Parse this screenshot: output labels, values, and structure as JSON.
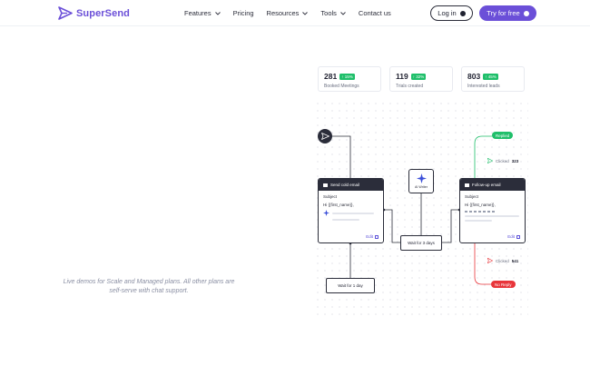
{
  "brand": {
    "name": "SuperSend",
    "color": "#6b4fd8"
  },
  "nav": {
    "items": [
      {
        "label": "Features",
        "dropdown": true
      },
      {
        "label": "Pricing",
        "dropdown": false
      },
      {
        "label": "Resources",
        "dropdown": true
      },
      {
        "label": "Tools",
        "dropdown": true
      },
      {
        "label": "Contact us",
        "dropdown": false
      }
    ],
    "login_label": "Log in",
    "cta_label": "Try for free"
  },
  "note": "Live demos for Scale and Managed plans. All other plans are self-serve with chat support.",
  "stats": [
    {
      "value": "281",
      "change": "↑ 15%",
      "label": "Booked Meetings"
    },
    {
      "value": "119",
      "change": "↑ 32%",
      "label": "Trials created"
    },
    {
      "value": "803",
      "change": "↑ 45%",
      "label": "Interested leads"
    }
  ],
  "flow": {
    "cold_card": {
      "title": "Send cold email",
      "subject_label": "Subject",
      "greeting": "Hi {{first_name}},",
      "edit_label": "Edit"
    },
    "follow_card": {
      "title": "Follow-up email",
      "subject_label": "Subject",
      "greeting": "Hi {{first_name}},",
      "edit_label": "Edit"
    },
    "ai_label": "AI Writer",
    "wait_3": "Wait for 3 days",
    "wait_1": "Wait for 1 day",
    "replied_tag": "Replied",
    "no_reply_tag": "No Reply",
    "clicked_top": {
      "label": "Clicked",
      "value": "323"
    },
    "clicked_bottom": {
      "label": "Clicked",
      "value": "541"
    },
    "colors": {
      "green": "#1fbf6a",
      "red": "#e8353a",
      "dark": "#2b2d3a"
    }
  }
}
